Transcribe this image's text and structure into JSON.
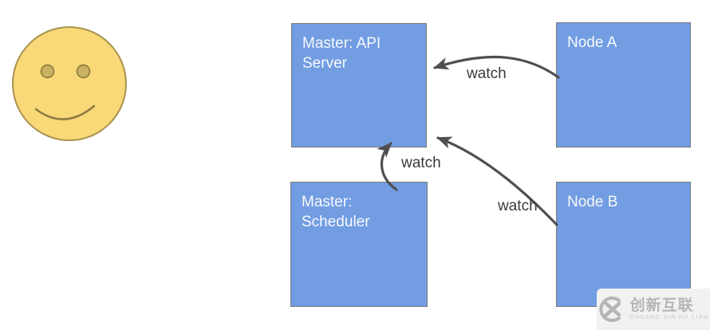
{
  "diagram": {
    "title_hint": "Kubernetes watch relationships diagram",
    "nodes": [
      {
        "id": "master-api",
        "label": "Master: API Server"
      },
      {
        "id": "node-a",
        "label": "Node A"
      },
      {
        "id": "master-scheduler",
        "label": "Master: Scheduler"
      },
      {
        "id": "node-b",
        "label": "Node B"
      }
    ],
    "edges": [
      {
        "from": "node-a",
        "to": "master-api",
        "label": "watch"
      },
      {
        "from": "master-scheduler",
        "to": "master-api",
        "label": "watch"
      },
      {
        "from": "node-b",
        "to": "master-api",
        "label": "watch"
      }
    ],
    "icons": [
      {
        "name": "smiley-face-icon",
        "description": "yellow smiling face"
      }
    ],
    "colors": {
      "node_fill": "#729DE2",
      "node_border": "#787878",
      "node_text": "#F7F9FC",
      "arrow": "#4F4F4F",
      "edge_label_text": "#3A3A3A",
      "smiley_fill": "#F8D877",
      "smiley_stroke": "#A8924E",
      "smiley_eye_fill": "#C8B262"
    }
  },
  "watermark": {
    "logo_icon": "chuangxin-hulian-logo-icon",
    "title": "创新互联",
    "subtitle": "CHUANG XIN HU LIAN",
    "background": "#F1F1F1",
    "text_color": "#B5B5B5"
  }
}
